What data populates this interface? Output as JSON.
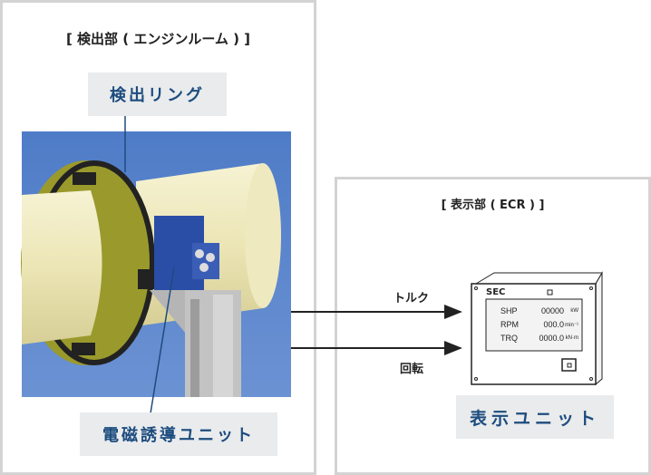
{
  "detection": {
    "header": "[ 検出部 ( エンジンルーム ) ]",
    "ring_label": "検出リング",
    "unit_label": "電磁誘導ユニット"
  },
  "display": {
    "header": "[ 表示部 ( ECR ) ]",
    "unit_label": "表示ユニット",
    "brand": "SEC",
    "rows": [
      {
        "name": "SHP",
        "value": "00000",
        "unit": "kW"
      },
      {
        "name": "RPM",
        "value": "000.0",
        "unit": "min⁻¹"
      },
      {
        "name": "TRQ",
        "value": "0000.0",
        "unit": "kN·m"
      }
    ]
  },
  "signals": {
    "torque": "トルク",
    "rotation": "回転"
  },
  "colors": {
    "label_text": "#1d4c7e",
    "label_bg": "#e9ebed",
    "panel_border": "#d3d3d3"
  }
}
